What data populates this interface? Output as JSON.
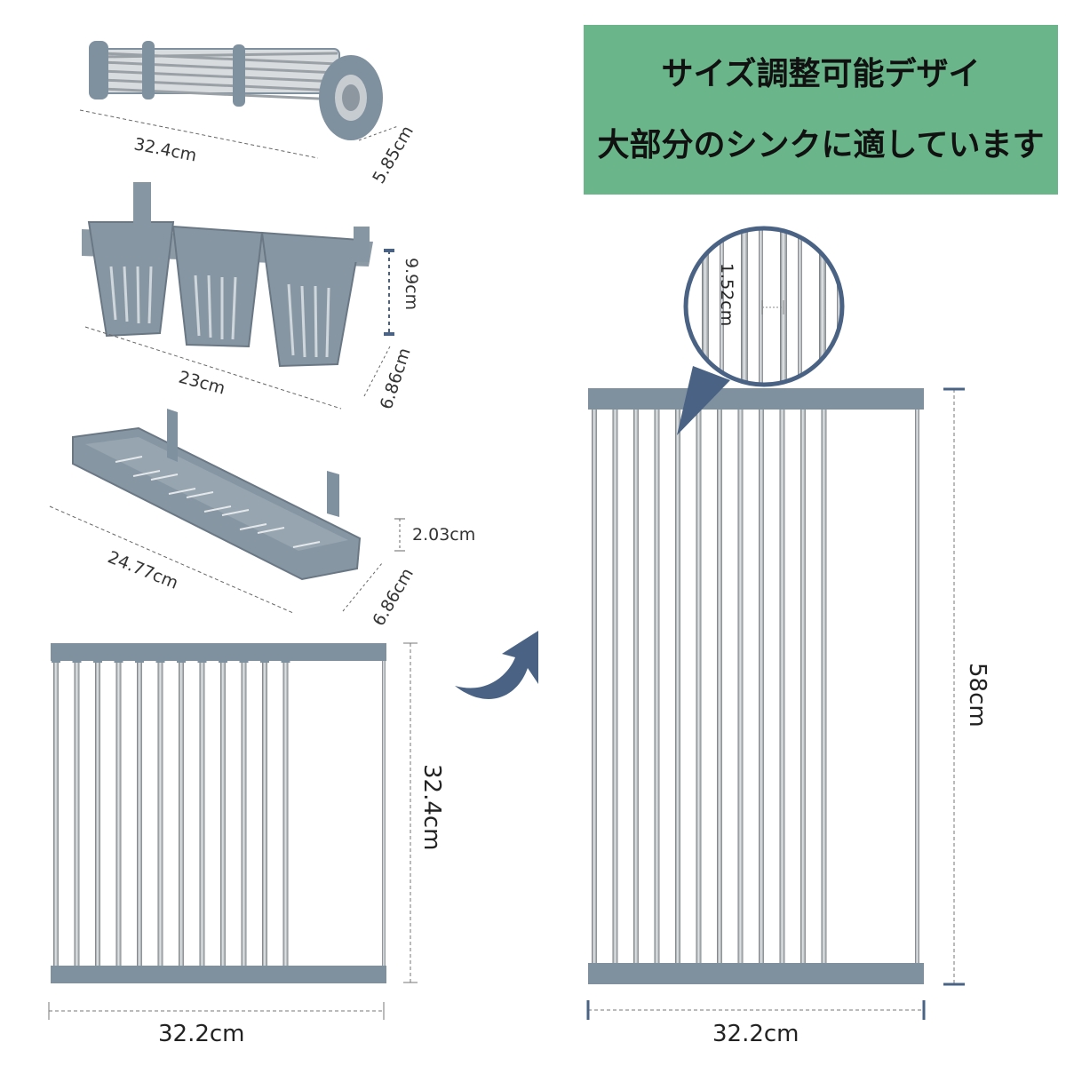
{
  "banner": {
    "line1": "サイズ調整可能デザイ",
    "line2": "大部分のシンクに適しています",
    "color": "#6ab68a"
  },
  "products": {
    "roll": {
      "length": "32.4cm",
      "diameter": "5.85cm"
    },
    "basket": {
      "width": "23cm",
      "height": "9.9cm",
      "depth": "6.86cm"
    },
    "tray": {
      "length": "24.77cm",
      "height": "2.03cm",
      "depth": "6.86cm"
    }
  },
  "rack_small": {
    "height": "32.4cm",
    "width": "32.2cm"
  },
  "rack_large": {
    "height": "58cm",
    "width": "32.2cm",
    "rod_gap": "1.52cm"
  },
  "colors": {
    "plastic": "#7f909f",
    "steel": "#b8bcc0",
    "arrow": "#4a6385"
  },
  "icons": [
    "arrow-icon",
    "magnifier-icon"
  ]
}
